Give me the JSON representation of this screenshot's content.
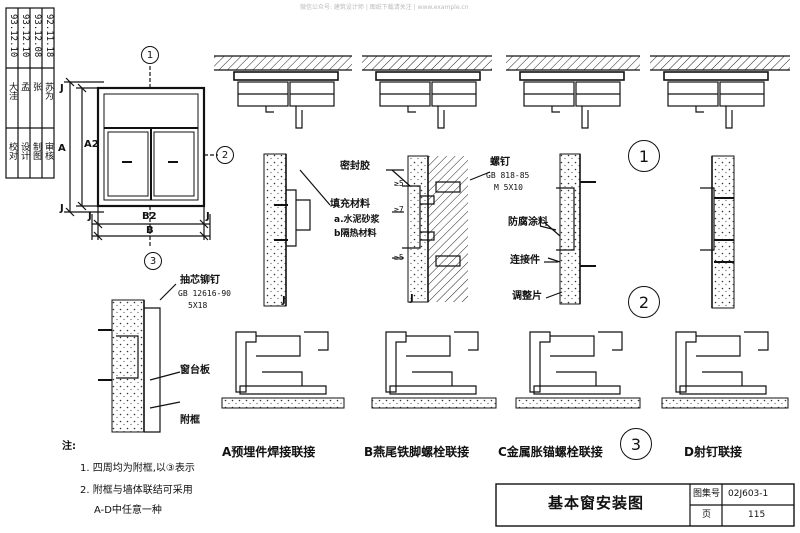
{
  "watermark": "微信公众号: 建筑设计师 | 图纸下载请关注 | www.example.cn",
  "sign_block": {
    "roles": [
      "校对",
      "设计",
      "制图",
      "审核"
    ],
    "names": [
      "大洼",
      "孟",
      "张",
      "苏为"
    ],
    "dates": [
      "93.12.10",
      "93.12.10",
      "93.12.08",
      "92.11.18"
    ]
  },
  "window_elevation": {
    "dims": {
      "A": "A",
      "A2": "A2",
      "J_top": "J",
      "J_bottom": "J",
      "B": "B",
      "B2": "B2",
      "J_left": "J",
      "J_right": "J"
    },
    "markers": [
      "1",
      "2",
      "3"
    ]
  },
  "section_markers": {
    "one": "1",
    "two": "2",
    "three": "3"
  },
  "detail2": {
    "seal": "密封胶",
    "fill": "填充材料",
    "fill_a": "a.水泥砂浆",
    "fill_b": "b隔热材料",
    "screw": "螺钉",
    "screw_std": "GB 818-85",
    "screw_size": "M 5X10",
    "anticorrosion": "防腐涂料",
    "connector": "连接件",
    "shim": "调整片",
    "dim_27": "≥7",
    "dim_5a": "≥5",
    "dim_5b": "≥5",
    "J_left": "J",
    "J_right": "J"
  },
  "detail3": {
    "rivet": "抽芯铆钉",
    "rivet_std": "GB 12616-90",
    "rivet_size": "5X18",
    "sill": "窗台板",
    "subframe": "附框"
  },
  "captions": [
    "A预埋件焊接联接",
    "B燕尾铁脚螺栓联接",
    "C金属胀锚螺栓联接",
    "D射钉联接"
  ],
  "notes": {
    "head": "注:",
    "items": [
      "1. 四周均为附框,以③表示",
      "2. 附框与墙体联结可采用",
      "A-D中任意一种"
    ]
  },
  "title_block": {
    "title": "基本窗安装图",
    "atlas_label": "图集号",
    "atlas_no": "02J603-1",
    "page_label": "页",
    "page_no": "115"
  }
}
